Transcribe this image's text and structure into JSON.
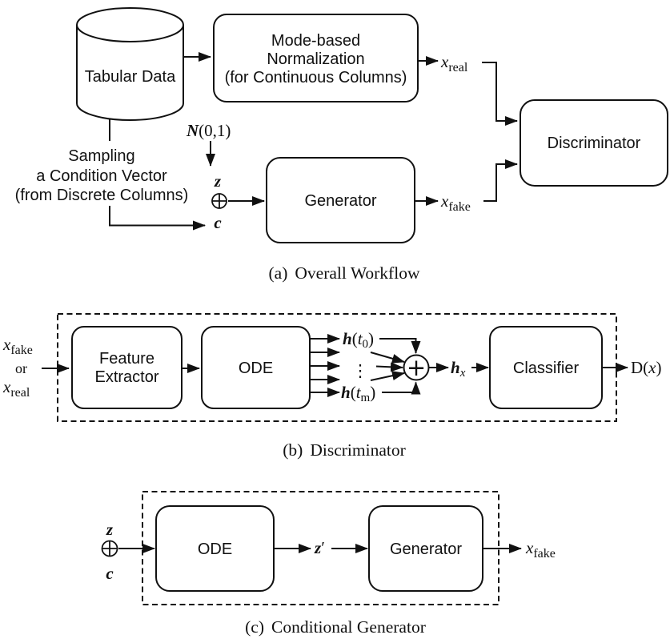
{
  "figure": {
    "background": "#ffffff",
    "ink": "#111111"
  },
  "panel_a": {
    "caption_tag": "(a)",
    "caption_text": "Overall Workflow",
    "cylinder_label": "Tabular Data",
    "norm_line1": "Mode-based",
    "norm_line2": "Normalization",
    "norm_line3": "(for Continuous Columns)",
    "noise_base": "N",
    "noise_rest": "(0,1)",
    "z_label": "z",
    "oplus_glyph": "⊕",
    "c_label": "c",
    "sampling_line1": "Sampling",
    "sampling_line2": "a Condition Vector",
    "sampling_line3": "(from Discrete Columns)",
    "generator_label": "Generator",
    "discriminator_label": "Discriminator",
    "x_real_base": "x",
    "x_real_sub": "real",
    "x_fake_base": "x",
    "x_fake_sub": "fake"
  },
  "panel_b": {
    "caption_tag": "(b)",
    "caption_text": "Discriminator",
    "input_top_base": "x",
    "input_top_sub": "fake",
    "input_or": "or",
    "input_bottom_base": "x",
    "input_bottom_sub": "real",
    "feature_line1": "Feature",
    "feature_line2": "Extractor",
    "ode_label": "ODE",
    "ht0_base": "h",
    "ht0_open": "(",
    "ht0_var": "t",
    "ht0_sub": "0",
    "ht0_close": ")",
    "vdots": "⋮",
    "htm_base": "h",
    "htm_open": "(",
    "htm_var": "t",
    "htm_sub": "m",
    "htm_close": ")",
    "sum_glyph": "+",
    "hx_base": "h",
    "hx_sub": "x",
    "classifier_label": "Classifier",
    "out_pre": "D(",
    "out_var": "x",
    "out_close": ")"
  },
  "panel_c": {
    "caption_tag": "(c)",
    "caption_text": "Conditional Generator",
    "z_label": "z",
    "oplus_glyph": "⊕",
    "c_label": "c",
    "ode_label": "ODE",
    "zprime_base": "z",
    "zprime_mark": "′",
    "generator_label": "Generator",
    "x_fake_base": "x",
    "x_fake_sub": "fake"
  }
}
